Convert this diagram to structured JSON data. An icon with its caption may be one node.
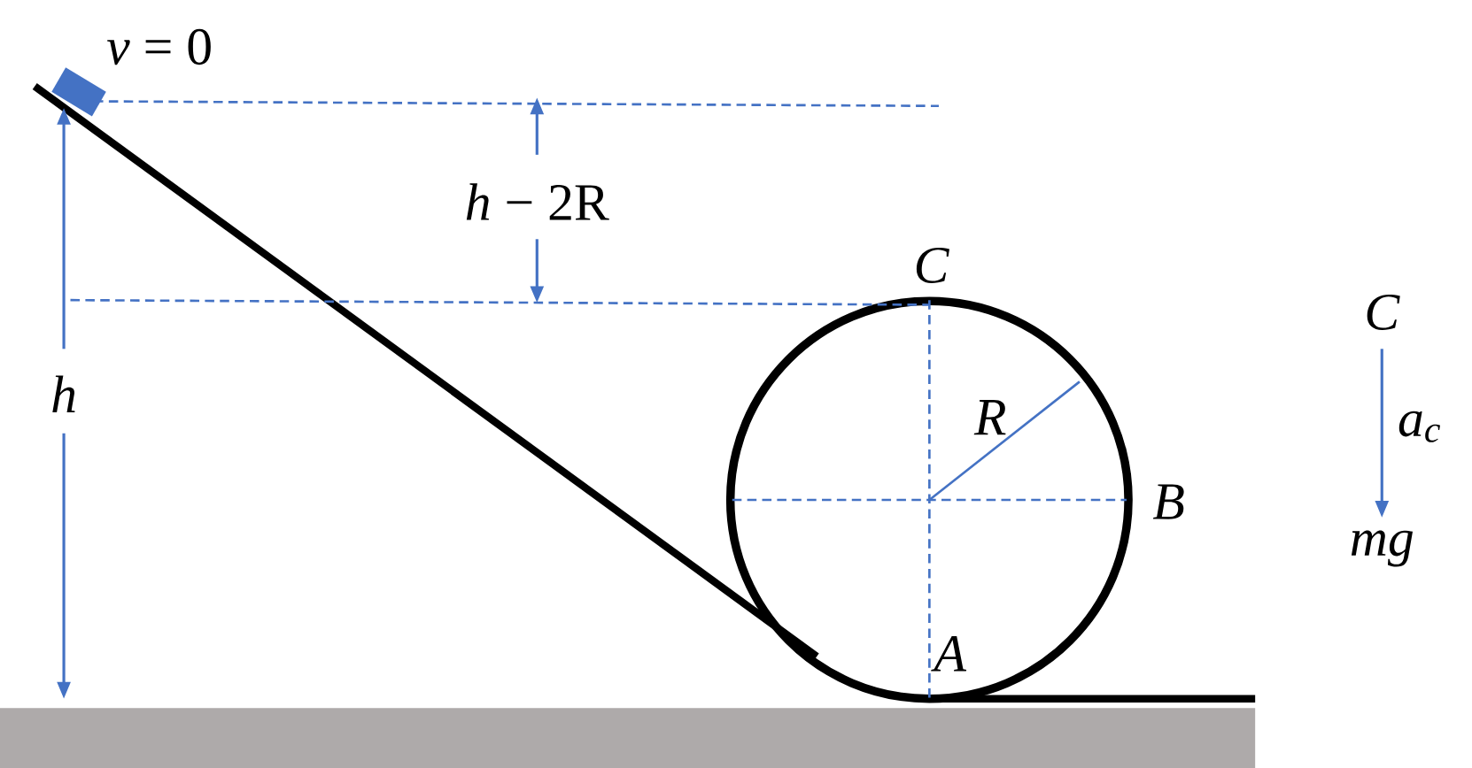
{
  "diagram": {
    "labels": [
      "*v* = 0",
      "*h* − 2R",
      "C",
      "C",
      "h",
      "R",
      "a$_{c}$",
      "B",
      "mg",
      "A"
    ]
  }
}
